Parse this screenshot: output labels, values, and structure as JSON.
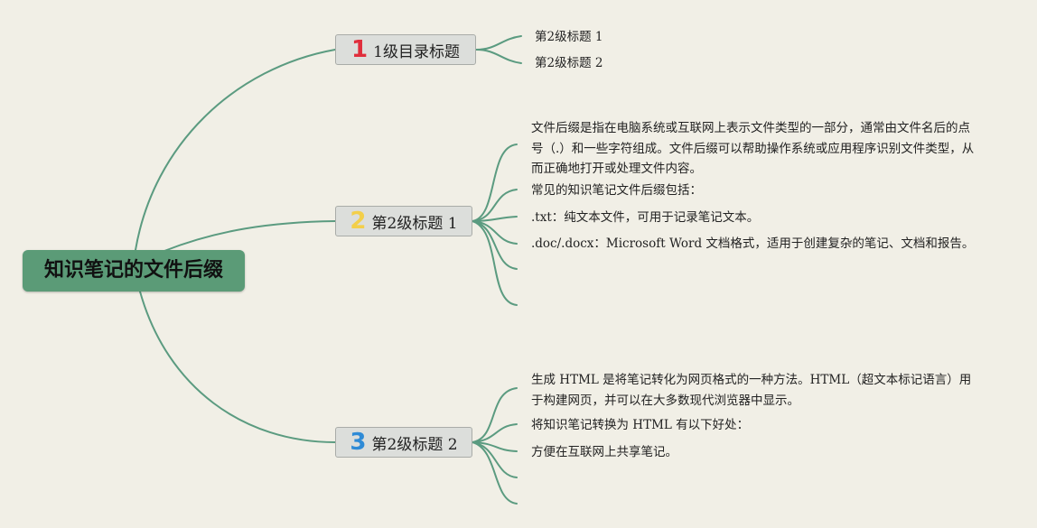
{
  "root": {
    "title": "知识笔记的文件后缀"
  },
  "colors": {
    "background": "#f1efe6",
    "root_fill": "#5b9b77",
    "link": "#5b9b80",
    "branch_fill": "#dcdedb",
    "num1": "#e02e3c",
    "num2": "#f3cf4a",
    "num3": "#2f8bd6"
  },
  "branches": [
    {
      "num": "1",
      "label": "1级目录标题",
      "children": [
        "第2级标题 1",
        "第2级标题 2"
      ]
    },
    {
      "num": "2",
      "label": "第2级标题 1",
      "children": [
        "文件后缀是指在电脑系统或互联网上表示文件类型的一部分，通常由文件名后的点号（.）和一些字符组成。文件后缀可以帮助操作系统或应用程序识别文件类型，从而正确地打开或处理文件内容。",
        "常见的知识笔记文件后缀包括：",
        ".txt：纯文本文件，可用于记录笔记文本。",
        ".doc/.docx：Microsoft Word 文档格式，适用于创建复杂的笔记、文档和报告。"
      ]
    },
    {
      "num": "3",
      "label": "第2级标题 2",
      "children": [
        "生成 HTML 是将笔记转化为网页格式的一种方法。HTML（超文本标记语言）用于构建网页，并可以在大多数现代浏览器中显示。",
        "将知识笔记转换为 HTML 有以下好处：",
        "方便在互联网上共享笔记。"
      ]
    }
  ]
}
